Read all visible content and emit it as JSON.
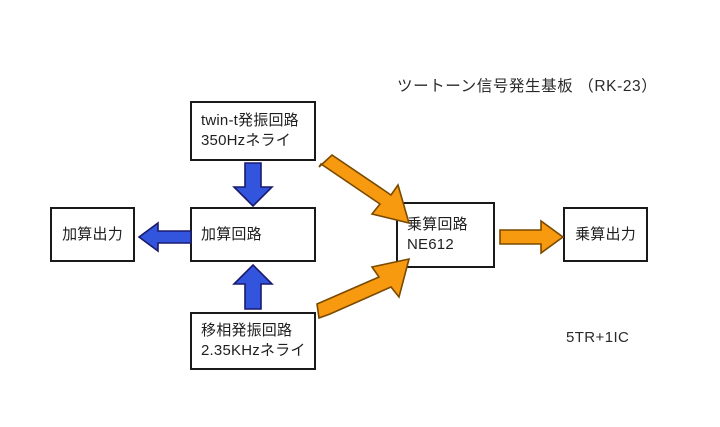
{
  "page": {
    "title": "ツートーン信号発生基板 （RK-23）",
    "note": "5TR+1IC",
    "background": "#ffffff"
  },
  "colors": {
    "box_border": "#1a1a1a",
    "box_fill": "#ffffff",
    "text": "#1f1f1f",
    "blue_arrow_fill": "#3355dd",
    "blue_arrow_stroke": "#1a1a6e",
    "orange_arrow_fill": "#f79a10",
    "orange_arrow_stroke": "#7a4a00"
  },
  "blocks": {
    "oscillator_twin_t": {
      "line1": "twin-t発振回路",
      "line2": "350Hzネライ"
    },
    "oscillator_phase_shift": {
      "line1": "移相発振回路",
      "line2": "2.35KHzネライ"
    },
    "adder_circuit": {
      "line1": "加算回路"
    },
    "adder_output": {
      "line1": "加算出力"
    },
    "multiplier_circuit": {
      "line1": "乗算回路",
      "line2": "NE612"
    },
    "multiplier_output": {
      "line1": "乗算出力"
    }
  },
  "arrows": {
    "twin_t_to_adder": {
      "label": "down-arrow",
      "color": "#3355dd"
    },
    "phase_shift_to_adder": {
      "label": "up-arrow",
      "color": "#3355dd"
    },
    "adder_to_adder_output": {
      "label": "left-arrow",
      "color": "#3355dd"
    },
    "twin_t_to_multiplier": {
      "label": "diagonal-down-right-arrow",
      "color": "#f79a10"
    },
    "phase_shift_to_multiplier": {
      "label": "diagonal-up-right-arrow",
      "color": "#f79a10"
    },
    "multiplier_to_multiplier_output": {
      "label": "right-arrow",
      "color": "#f79a10"
    }
  }
}
